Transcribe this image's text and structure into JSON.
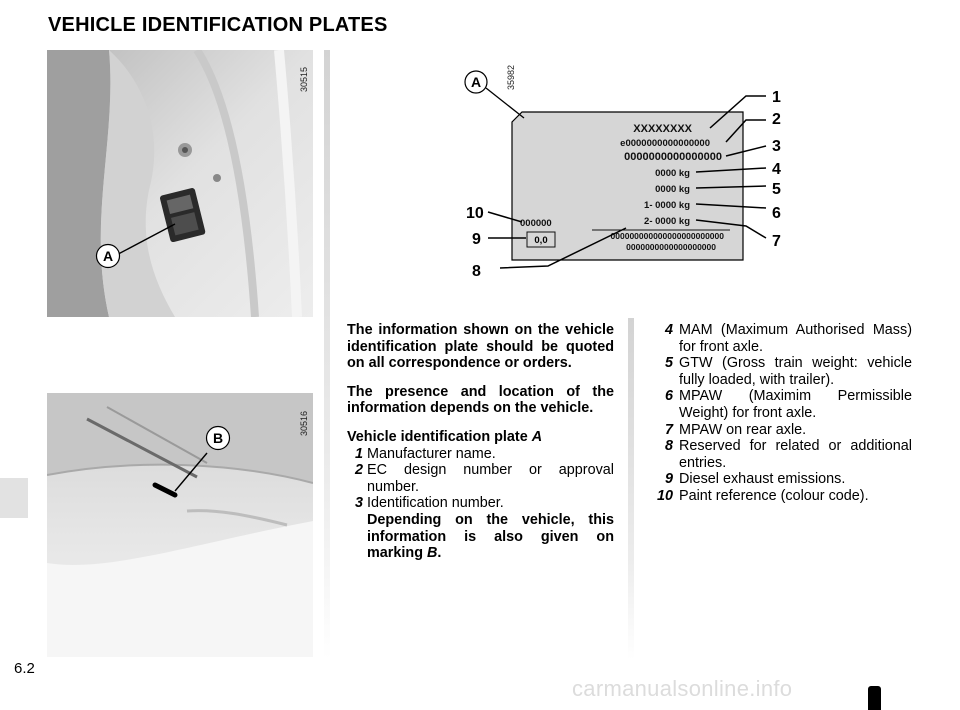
{
  "page": {
    "title": "VEHICLE IDENTIFICATION PLATES",
    "page_number": "6.2",
    "watermark": "carmanualsonline.info"
  },
  "figures": {
    "photo_a": {
      "ref": "30515",
      "label": "A"
    },
    "photo_b": {
      "ref": "30516",
      "label": "B"
    },
    "plate": {
      "ref": "35982",
      "label": "A",
      "text_lines": [
        "XXXXXXXX",
        "e0000000000000000",
        "0000000000000000",
        "0000 kg",
        "0000 kg",
        "1- 0000 kg",
        "2- 0000 kg",
        "000000",
        "0,0",
        "000000000000000000000000",
        "0000000000000000000"
      ],
      "callouts": [
        "1",
        "2",
        "3",
        "4",
        "5",
        "6",
        "7",
        "8",
        "9",
        "10"
      ]
    }
  },
  "body": {
    "intro_1": "The information shown on the vehicle identification plate should be quoted on all correspondence or orders.",
    "intro_2": "The presence and location of the information depends on the vehicle.",
    "plate_heading_prefix": "Vehicle identification plate ",
    "plate_heading_ref": "A",
    "items_left": [
      {
        "num": "1",
        "text": "Manufacturer name."
      },
      {
        "num": "2",
        "text": "EC design number or approval number."
      },
      {
        "num": "3",
        "text": "Identification number."
      }
    ],
    "item_3_note_prefix": "Depending on the vehicle, this information is also given on marking ",
    "item_3_note_ref": "B",
    "item_3_note_suffix": ".",
    "items_right": [
      {
        "num": "4",
        "text": "MAM (Maximum Authorised Mass) for front axle."
      },
      {
        "num": "5",
        "text": "GTW (Gross train weight: vehicle fully loaded, with trailer)."
      },
      {
        "num": "6",
        "text": "MPAW (Maximim Permissible Weight) for front axle."
      },
      {
        "num": "7",
        "text": "MPAW on rear axle."
      },
      {
        "num": "8",
        "text": "Reserved for related or additional entries."
      },
      {
        "num": "9",
        "text": "Diesel exhaust emissions."
      },
      {
        "num": "10",
        "text": "Paint reference (colour code)."
      }
    ]
  }
}
